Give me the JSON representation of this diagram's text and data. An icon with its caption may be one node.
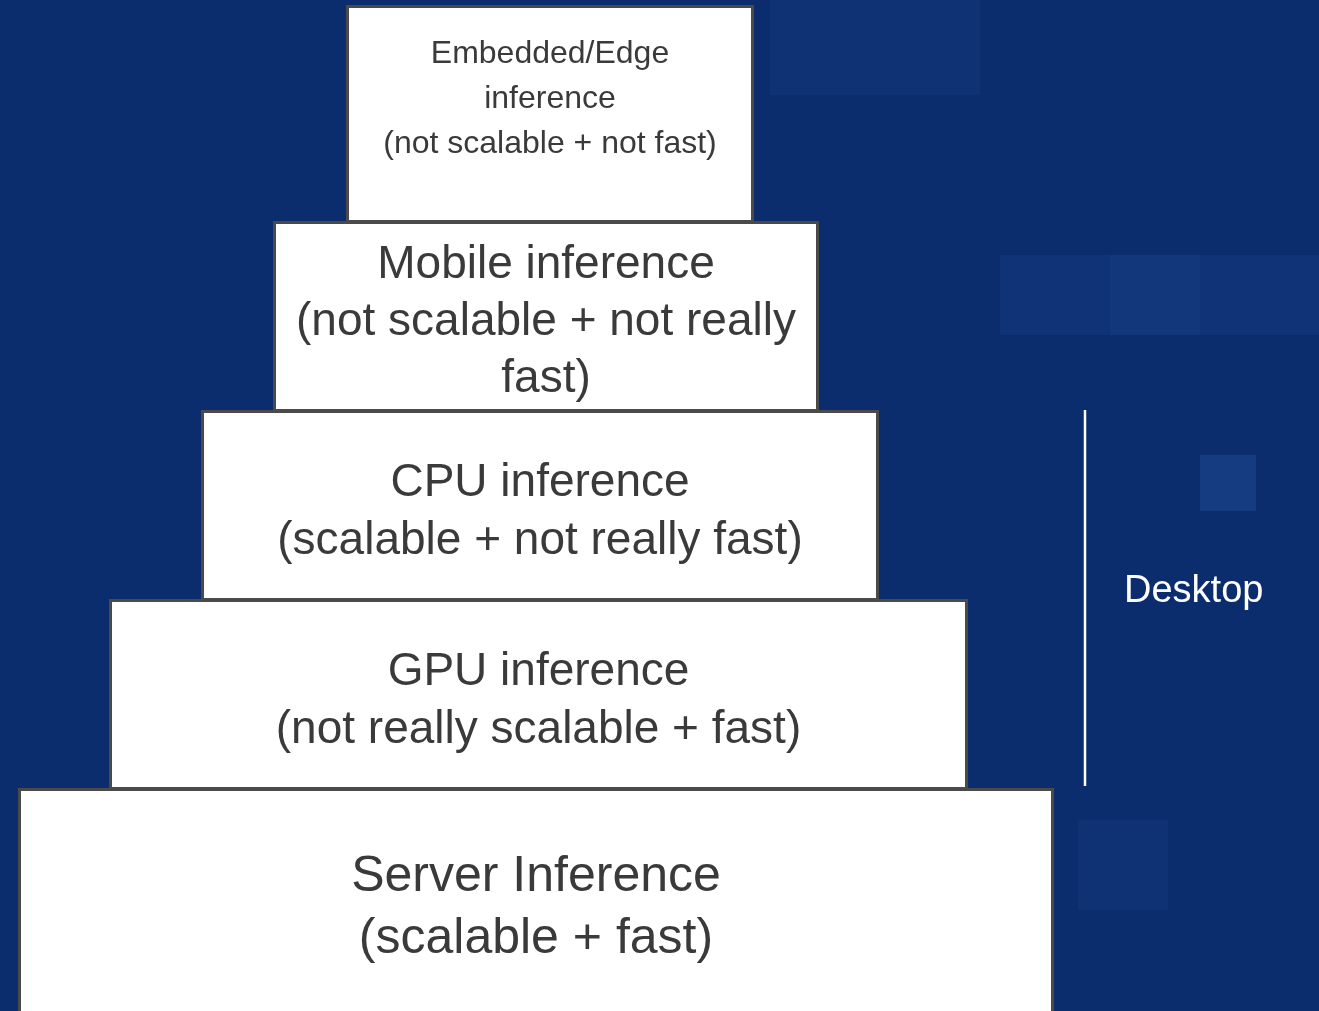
{
  "diagram": {
    "nodes": [
      {
        "text": [
          "Embedded/Edge inference",
          "(not scalable + not fast)"
        ]
      },
      {
        "text": [
          "Mobile inference",
          "(not scalable + not really fast)"
        ]
      },
      {
        "text": [
          "CPU inference",
          "(scalable + not really fast)"
        ]
      },
      {
        "text": [
          "GPU inference",
          "(not really scalable + fast)"
        ]
      },
      {
        "text": [
          "Server Inference",
          "(scalable + fast)"
        ]
      }
    ],
    "labels": [
      "Desktop"
    ]
  }
}
